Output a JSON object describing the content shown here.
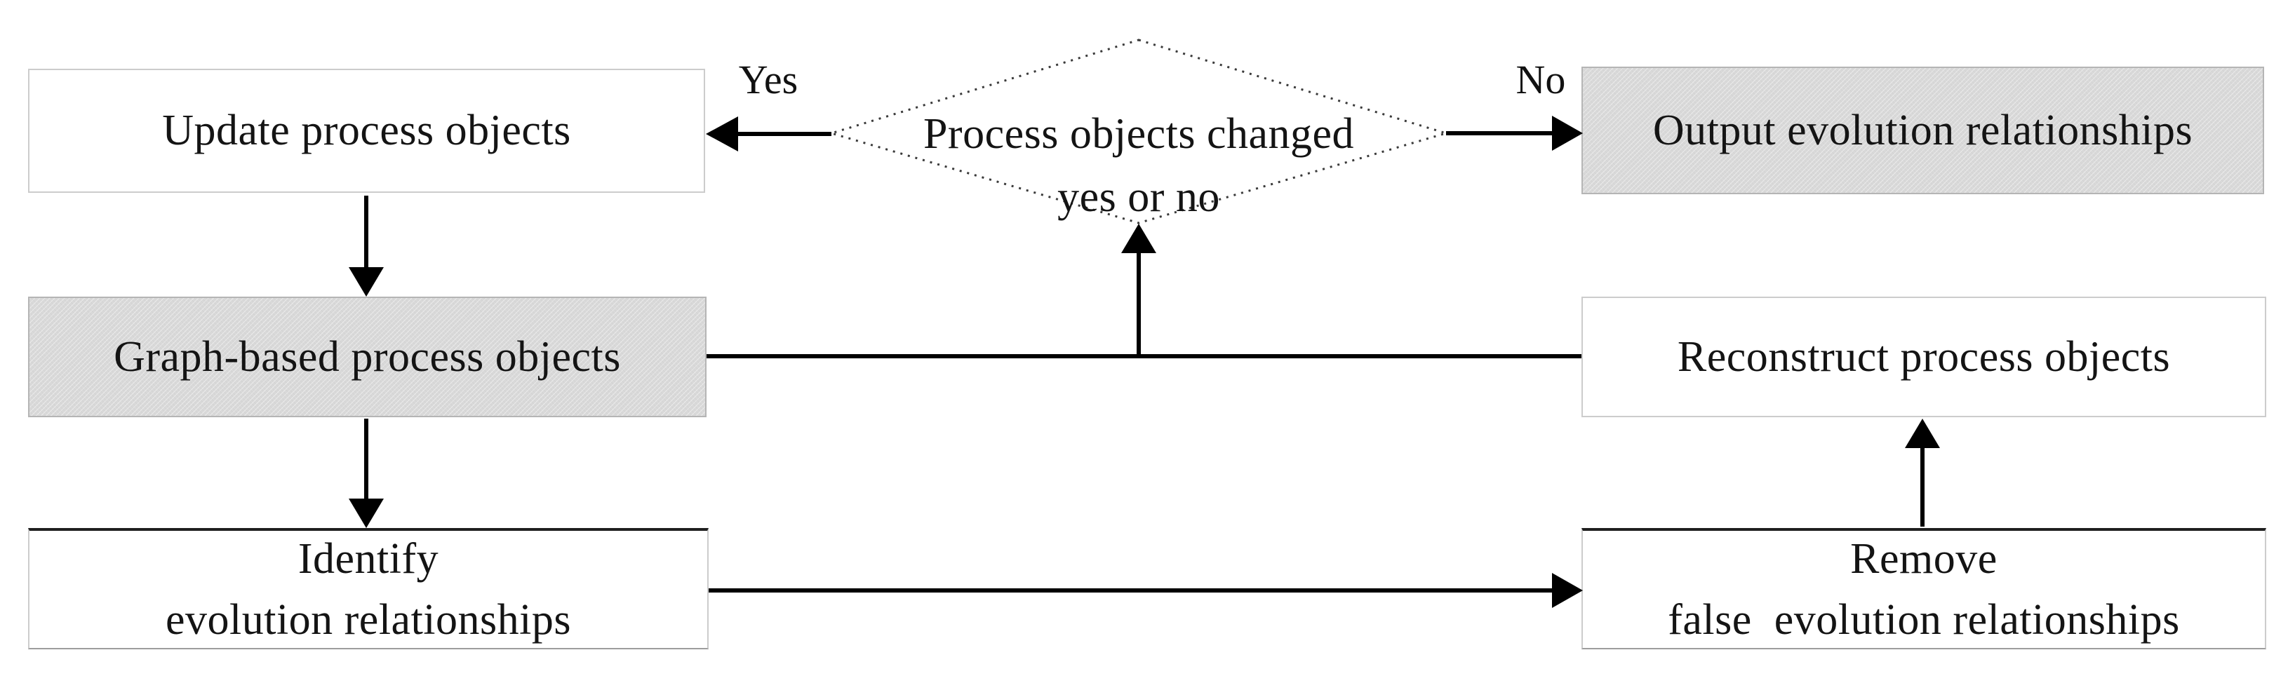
{
  "diagram": {
    "type": "flowchart",
    "nodes": {
      "update": {
        "label": "Update process objects",
        "shape": "rectangle",
        "fill": "white"
      },
      "graph_based": {
        "label": "Graph-based process objects",
        "shape": "rectangle",
        "fill": "gray"
      },
      "identify": {
        "label": "Identify\nevolution relationships",
        "shape": "rectangle",
        "fill": "white"
      },
      "decision": {
        "label": "Process objects changed\nyes or no",
        "shape": "diamond",
        "fill": "white"
      },
      "output": {
        "label": "Output evolution relationships",
        "shape": "rectangle",
        "fill": "gray"
      },
      "reconstruct": {
        "label": "Reconstruct process objects",
        "shape": "rectangle",
        "fill": "white"
      },
      "remove": {
        "label": "Remove\nfalse  evolution relationships",
        "shape": "rectangle",
        "fill": "white"
      }
    },
    "edges": [
      {
        "from": "decision",
        "to": "update",
        "label": "Yes"
      },
      {
        "from": "decision",
        "to": "output",
        "label": "No"
      },
      {
        "from": "update",
        "to": "graph_based",
        "label": ""
      },
      {
        "from": "graph_based",
        "to": "decision",
        "label": ""
      },
      {
        "from": "graph_based",
        "to": "reconstruct",
        "label": ""
      },
      {
        "from": "graph_based",
        "to": "identify",
        "label": ""
      },
      {
        "from": "identify",
        "to": "remove",
        "label": ""
      },
      {
        "from": "remove",
        "to": "reconstruct",
        "label": ""
      }
    ],
    "colors": {
      "background": "#ffffff",
      "line": "#000000",
      "text": "#141414",
      "gray_fill": "#d9d9d9",
      "white_fill": "#ffffff",
      "border_light": "#cccccc",
      "border_dark": "#1f1f1f"
    }
  }
}
